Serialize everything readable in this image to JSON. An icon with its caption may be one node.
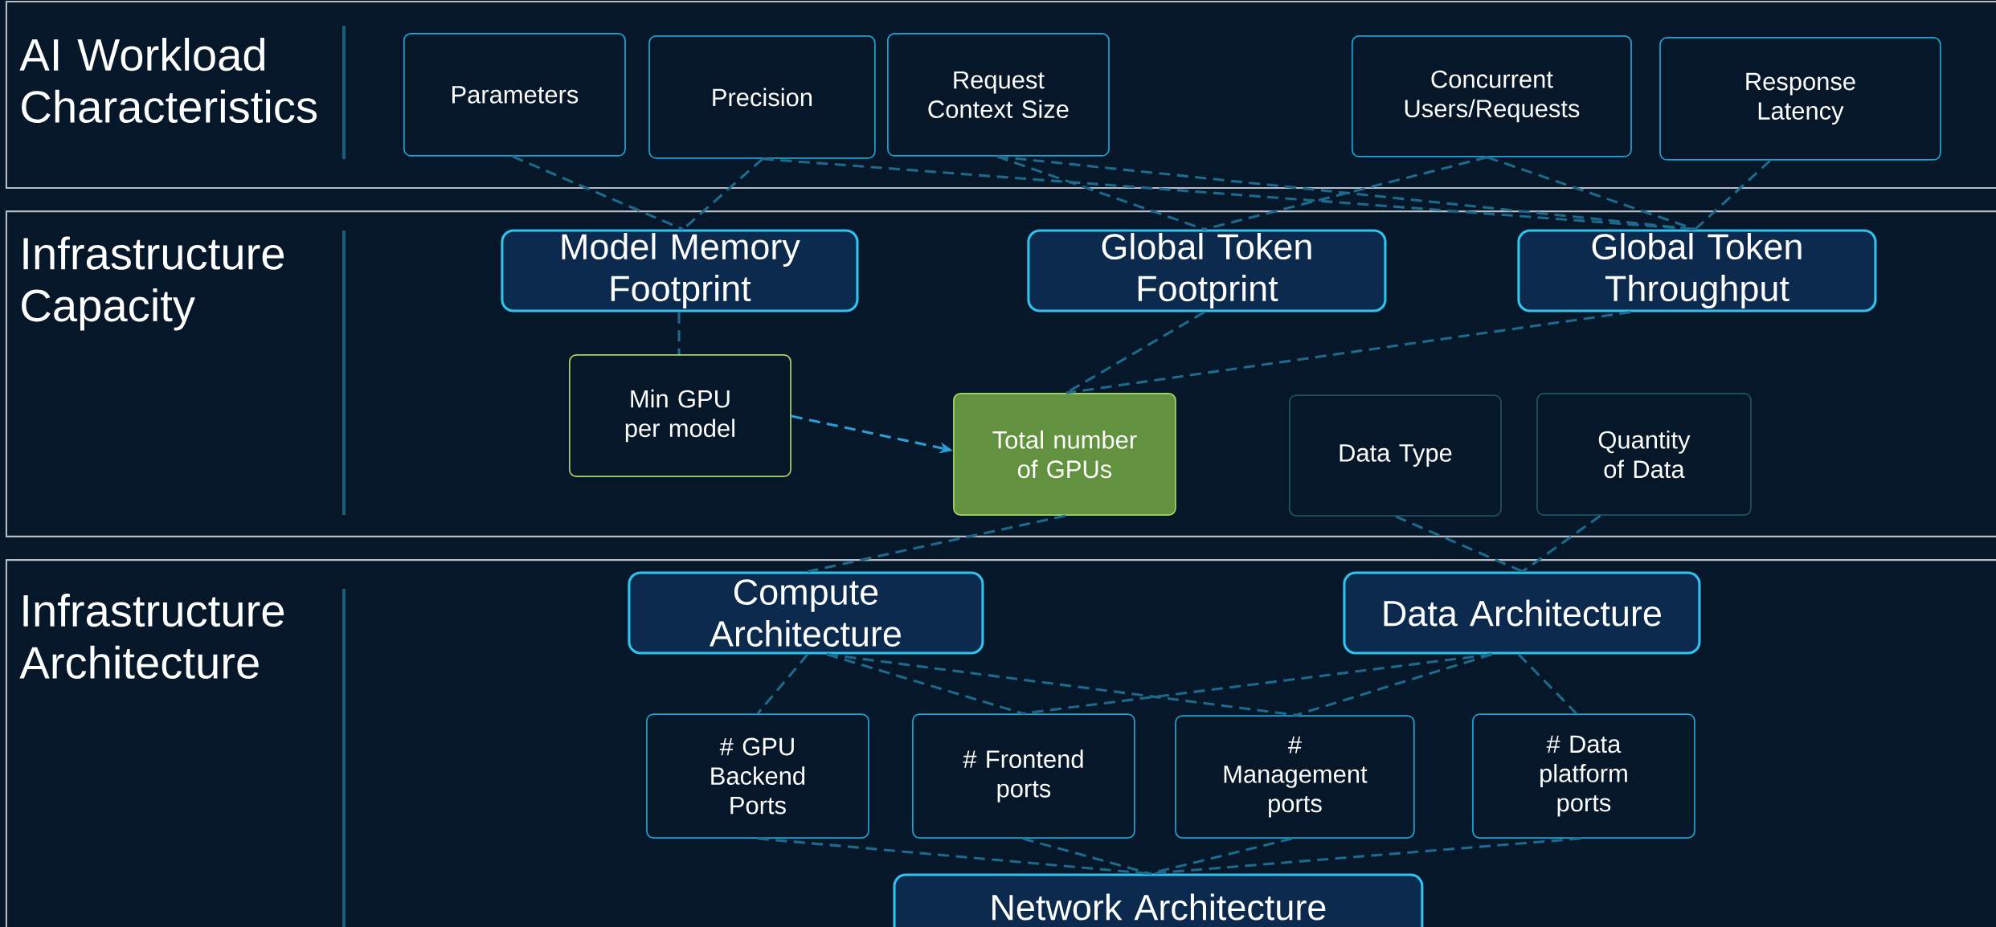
{
  "diagram": {
    "nodes": [
      {
        "text": [
          "AI Workload Characteristics"
        ]
      },
      {
        "text": [
          "Parameters"
        ],
        "in": 0
      },
      {
        "text": [
          "Precision"
        ],
        "in": 0
      },
      {
        "text": [
          "Request Context Size"
        ],
        "in": 0
      },
      {
        "text": [
          "Concurrent Users/Requests"
        ],
        "in": 0
      },
      {
        "text": [
          "Response Latency"
        ],
        "in": 0
      },
      {
        "text": [
          "Infrastructure Capacity"
        ]
      },
      {
        "text": [
          "Model Memory Footprint"
        ],
        "in": 6
      },
      {
        "text": [
          "Global Token Footprint"
        ],
        "in": 6
      },
      {
        "text": [
          "Global Token Throughput"
        ],
        "in": 6
      },
      {
        "text": [
          "Min GPU per model"
        ],
        "in": 6
      },
      {
        "text": [
          "Total number of GPUs"
        ],
        "in": 6
      },
      {
        "text": [
          "Data Type"
        ],
        "in": 6
      },
      {
        "text": [
          "Quantity of Data"
        ],
        "in": 6
      },
      {
        "text": [
          "Infrastructure Architecture"
        ]
      },
      {
        "text": [
          "Compute Architecture"
        ],
        "in": 14
      },
      {
        "text": [
          "Data Architecture"
        ],
        "in": 14
      },
      {
        "text": [
          "# GPU Backend Ports"
        ],
        "in": 14
      },
      {
        "text": [
          "# Frontend ports"
        ],
        "in": 14
      },
      {
        "text": [
          "# Management ports"
        ],
        "in": 14
      },
      {
        "text": [
          "# Data platform ports"
        ],
        "in": 14
      },
      {
        "text": [
          "Network Architecture"
        ],
        "in": 14
      }
    ],
    "edges": [
      {
        "from": 1,
        "to": 7,
        "arrow": "none"
      },
      {
        "from": 2,
        "to": 7,
        "arrow": "none"
      },
      {
        "from": 2,
        "to": 9,
        "arrow": "none"
      },
      {
        "from": 3,
        "to": 8,
        "arrow": "none"
      },
      {
        "from": 3,
        "to": 9,
        "arrow": "none"
      },
      {
        "from": 4,
        "to": 8,
        "arrow": "none"
      },
      {
        "from": 4,
        "to": 9,
        "arrow": "none"
      },
      {
        "from": 5,
        "to": 9,
        "arrow": "none"
      },
      {
        "from": 7,
        "to": 10,
        "arrow": "none"
      },
      {
        "from": 10,
        "to": 11,
        "arrow": "to",
        "color": "#2a9fd6"
      },
      {
        "from": 8,
        "to": 11,
        "arrow": "none"
      },
      {
        "from": 9,
        "to": 11,
        "arrow": "none"
      },
      {
        "from": 11,
        "to": 15,
        "arrow": "none"
      },
      {
        "from": 12,
        "to": 16,
        "arrow": "none"
      },
      {
        "from": 13,
        "to": 16,
        "arrow": "none"
      },
      {
        "from": 15,
        "to": 17,
        "arrow": "none"
      },
      {
        "from": 15,
        "to": 18,
        "arrow": "none"
      },
      {
        "from": 15,
        "to": 19,
        "arrow": "none"
      },
      {
        "from": 16,
        "to": 18,
        "arrow": "none"
      },
      {
        "from": 16,
        "to": 19,
        "arrow": "none"
      },
      {
        "from": 16,
        "to": 20,
        "arrow": "none"
      },
      {
        "from": 17,
        "to": 21,
        "arrow": "none"
      },
      {
        "from": 18,
        "to": 21,
        "arrow": "none"
      },
      {
        "from": 19,
        "to": 21,
        "arrow": "none"
      },
      {
        "from": 20,
        "to": 21,
        "arrow": "none"
      }
    ]
  }
}
